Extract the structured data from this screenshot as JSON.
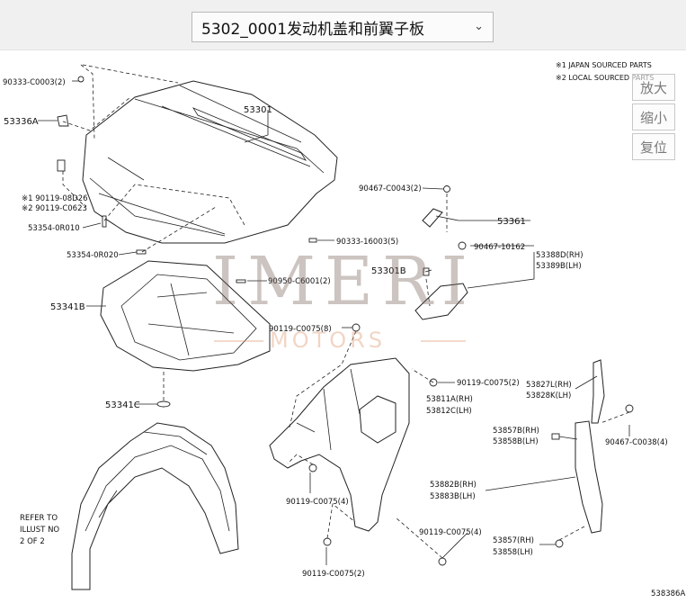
{
  "header": {
    "selector_value": "5302_0001发动机盖和前翼子板"
  },
  "zoom_controls": {
    "zoom_in": "放大",
    "zoom_out": "缩小",
    "reset": "复位"
  },
  "notes": {
    "note1": "※1 JAPAN SOURCED PARTS",
    "note2": "※2 LOCAL SOURCED PARTS"
  },
  "watermark": {
    "brand": "IMERI",
    "sub": "MOTORS"
  },
  "labels": {
    "p90333_c0003": "90333-C0003(2)",
    "p53336a": "53336A",
    "p53301": "53301",
    "p90119_08d26": "※1 90119-08D26",
    "p90119_c0623": "※2 90119-C0623",
    "p53354_0r010": "53354-0R010",
    "p53354_0r020": "53354-0R020",
    "p90467_c0043": "90467-C0043(2)",
    "p53361": "53361",
    "p90333_16003": "90333-16003(5)",
    "p90467_10162": "90467-10162",
    "p53388d": "53388D(RH)",
    "p53389b": "53389B(LH)",
    "p53301b": "53301B",
    "p90950_c6001": "90950-C6001(2)",
    "p53341b": "53341B",
    "p90119_c0075_8": "90119-C0075(8)",
    "p90119_c0075_2a": "90119-C0075(2)",
    "p53827l": "53827L(RH)",
    "p53828k": "53828K(LH)",
    "p53811a": "53811A(RH)",
    "p53812c": "53812C(LH)",
    "p53341c": "53341C",
    "p53857b": "53857B(RH)",
    "p53858b": "53858B(LH)",
    "p90467_c0038": "90467-C0038(4)",
    "p90119_c0075_4a": "90119-C0075(4)",
    "p53882b": "53882B(RH)",
    "p53883b": "53883B(LH)",
    "refer1": "REFER TO",
    "refer2": "ILLUST NO",
    "refer3": "2 OF 2",
    "p90119_c0075_4b": "90119-C0075(4)",
    "p53857": "53857(RH)",
    "p53858": "53858(LH)",
    "p90119_c0075_2b": "90119-C0075(2)",
    "diagram_id": "538386A"
  },
  "colors": {
    "toolbar_bg": "#f0f0f0",
    "line": "#222222",
    "watermark_brand": "#786459",
    "watermark_sub": "#dc966e"
  }
}
